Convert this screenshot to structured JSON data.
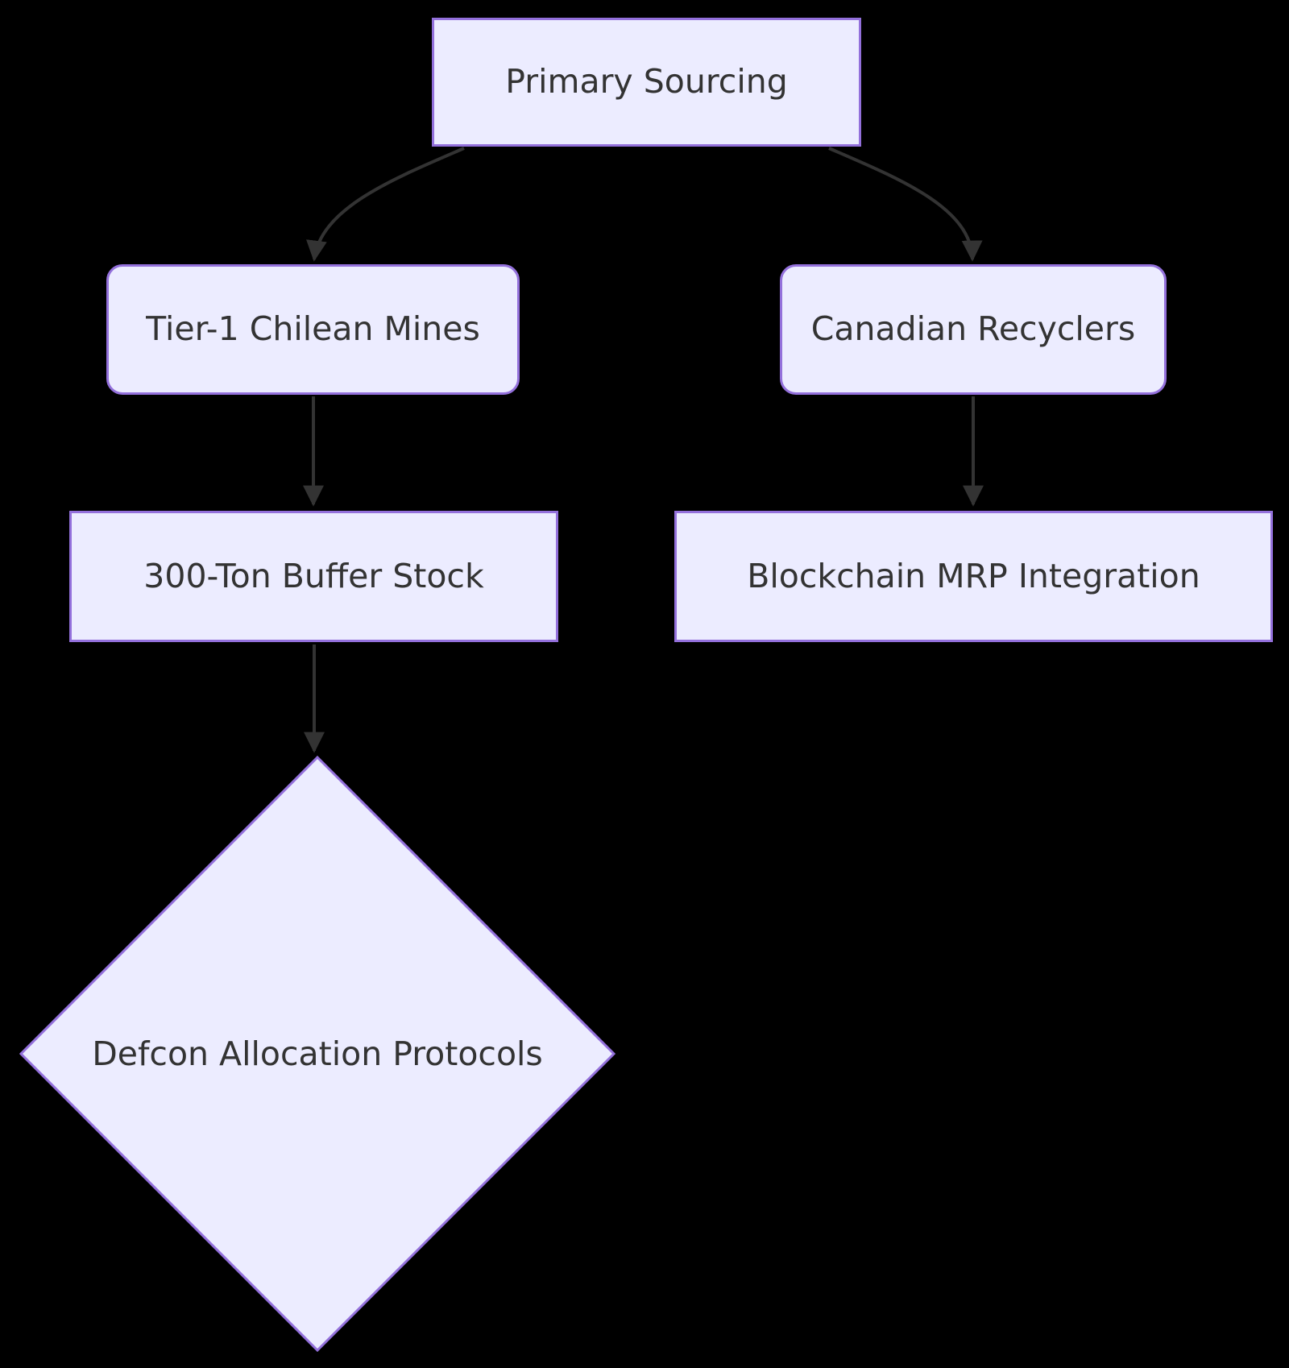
{
  "diagram": {
    "type": "flowchart",
    "direction": "top-down",
    "colors": {
      "background": "#000000",
      "node_fill": "#ECECFF",
      "node_border": "#9370DB",
      "edge": "#333333",
      "text": "#333333"
    },
    "nodes": [
      {
        "id": "primary-sourcing",
        "label": "Primary Sourcing",
        "shape": "rectangle"
      },
      {
        "id": "tier1-chilean-mines",
        "label": "Tier-1 Chilean Mines",
        "shape": "rounded-rectangle"
      },
      {
        "id": "canadian-recyclers",
        "label": "Canadian Recyclers",
        "shape": "rounded-rectangle"
      },
      {
        "id": "buffer-stock",
        "label": "300-Ton Buffer Stock",
        "shape": "rectangle"
      },
      {
        "id": "blockchain-mrp",
        "label": "Blockchain MRP Integration",
        "shape": "rectangle"
      },
      {
        "id": "defcon-allocation",
        "label": "Defcon Allocation Protocols",
        "shape": "diamond"
      }
    ],
    "edges": [
      {
        "from": "Primary Sourcing",
        "to": "Tier-1 Chilean Mines"
      },
      {
        "from": "Primary Sourcing",
        "to": "Canadian Recyclers"
      },
      {
        "from": "Tier-1 Chilean Mines",
        "to": "300-Ton Buffer Stock"
      },
      {
        "from": "Canadian Recyclers",
        "to": "Blockchain MRP Integration"
      },
      {
        "from": "300-Ton Buffer Stock",
        "to": "Defcon Allocation Protocols"
      }
    ]
  }
}
